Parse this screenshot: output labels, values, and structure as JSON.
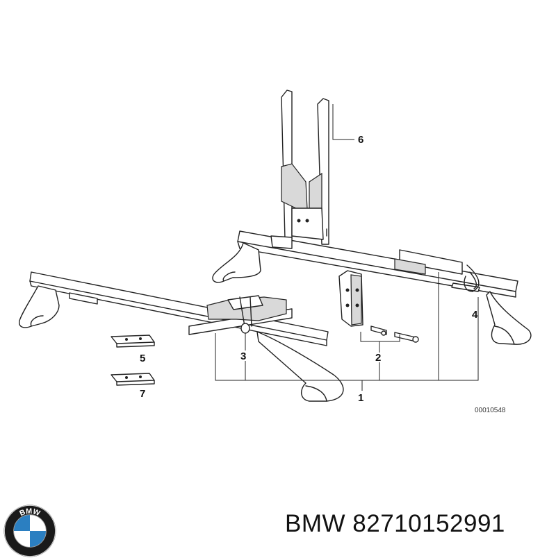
{
  "diagram": {
    "reference_number": "00010548",
    "callouts": [
      {
        "id": "1",
        "label": "1"
      },
      {
        "id": "2",
        "label": "2"
      },
      {
        "id": "3",
        "label": "3"
      },
      {
        "id": "4",
        "label": "4"
      },
      {
        "id": "5",
        "label": "5"
      },
      {
        "id": "6",
        "label": "6"
      },
      {
        "id": "7",
        "label": "7"
      }
    ]
  },
  "footer": {
    "brand": "BMW",
    "part_number": "82710152991",
    "logo_letters": "BMW",
    "logo_colors": {
      "ring": "#1a1a1a",
      "blue": "#2b7fc1",
      "white": "#ffffff"
    }
  }
}
